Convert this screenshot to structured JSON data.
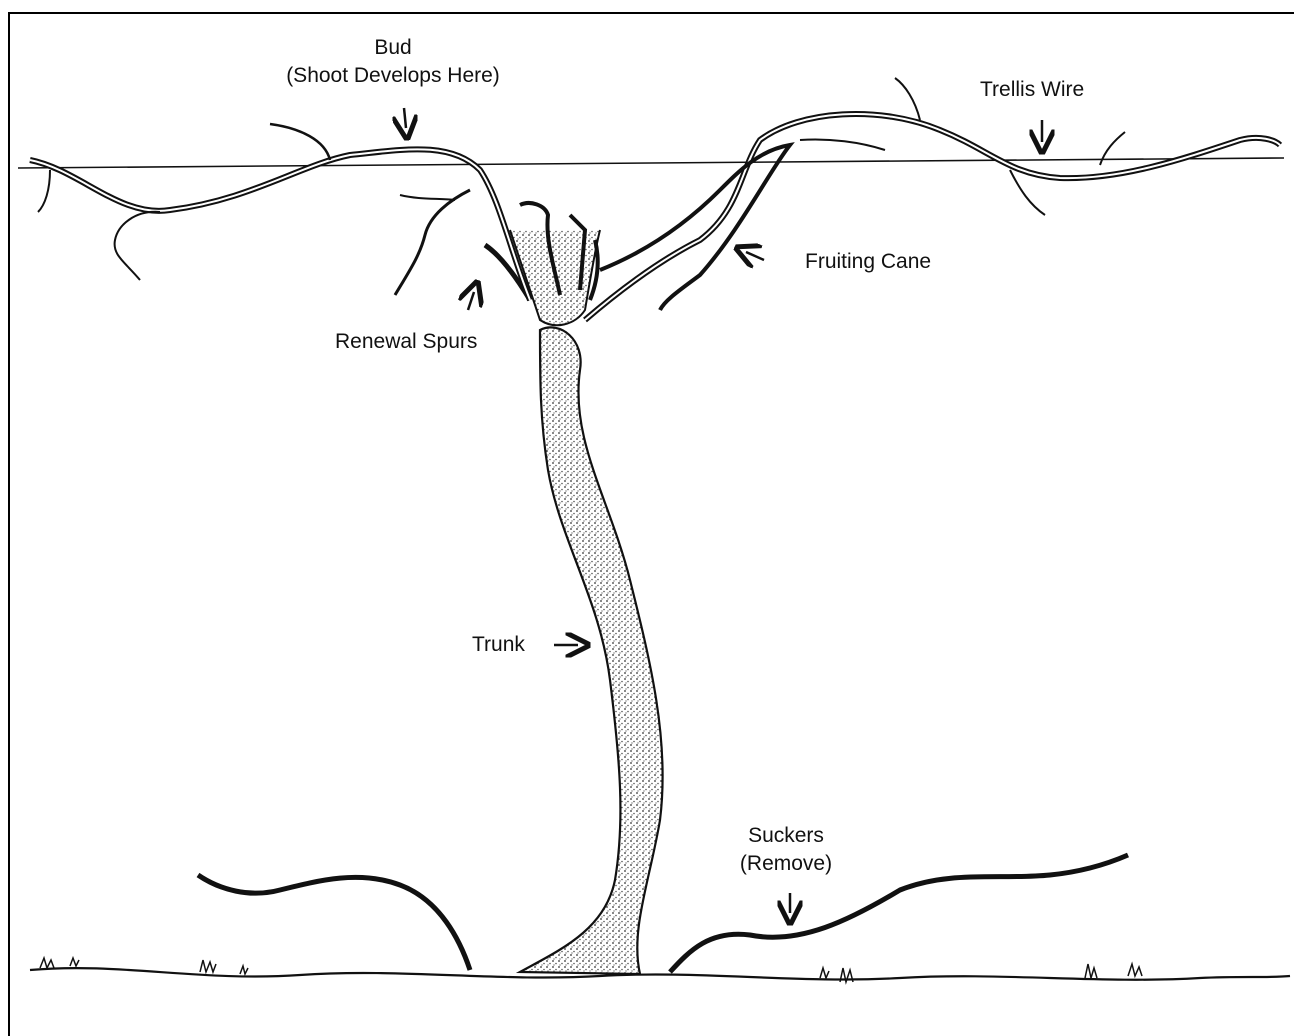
{
  "labels": {
    "bud": {
      "line1": "Bud",
      "line2": "(Shoot Develops Here)"
    },
    "trellis_wire": "Trellis Wire",
    "fruiting_cane": "Fruiting Cane",
    "renewal_spurs": "Renewal Spurs",
    "trunk": "Trunk",
    "suckers": {
      "line1": "Suckers",
      "line2": "(Remove)"
    }
  },
  "colors": {
    "ink": "#111111",
    "stipple": "#555555",
    "background": "#ffffff"
  }
}
